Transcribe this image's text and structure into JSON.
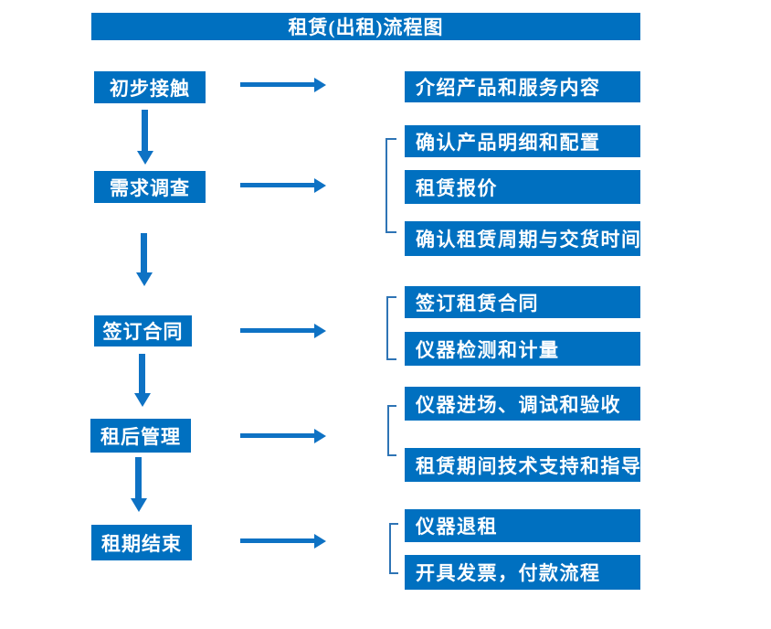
{
  "title": "租赁(出租)流程图",
  "colors": {
    "box_blue": "#0070C0",
    "arrow_blue": "#0E72C4",
    "bracket_blue": "#2E74B5",
    "text_white": "#FFFFFF"
  },
  "steps": [
    {
      "label": "初步接触",
      "details": [
        "介绍产品和服务内容"
      ]
    },
    {
      "label": "需求调查",
      "details": [
        "确认产品明细和配置",
        "租赁报价",
        "确认租赁周期与交货时间"
      ]
    },
    {
      "label": "签订合同",
      "details": [
        "签订租赁合同",
        "仪器检测和计量"
      ]
    },
    {
      "label": "租后管理",
      "details": [
        "仪器进场、调试和验收",
        "租赁期间技术支持和指导"
      ]
    },
    {
      "label": "租期结束",
      "details": [
        "仪器退租",
        "开具发票，付款流程"
      ]
    }
  ]
}
